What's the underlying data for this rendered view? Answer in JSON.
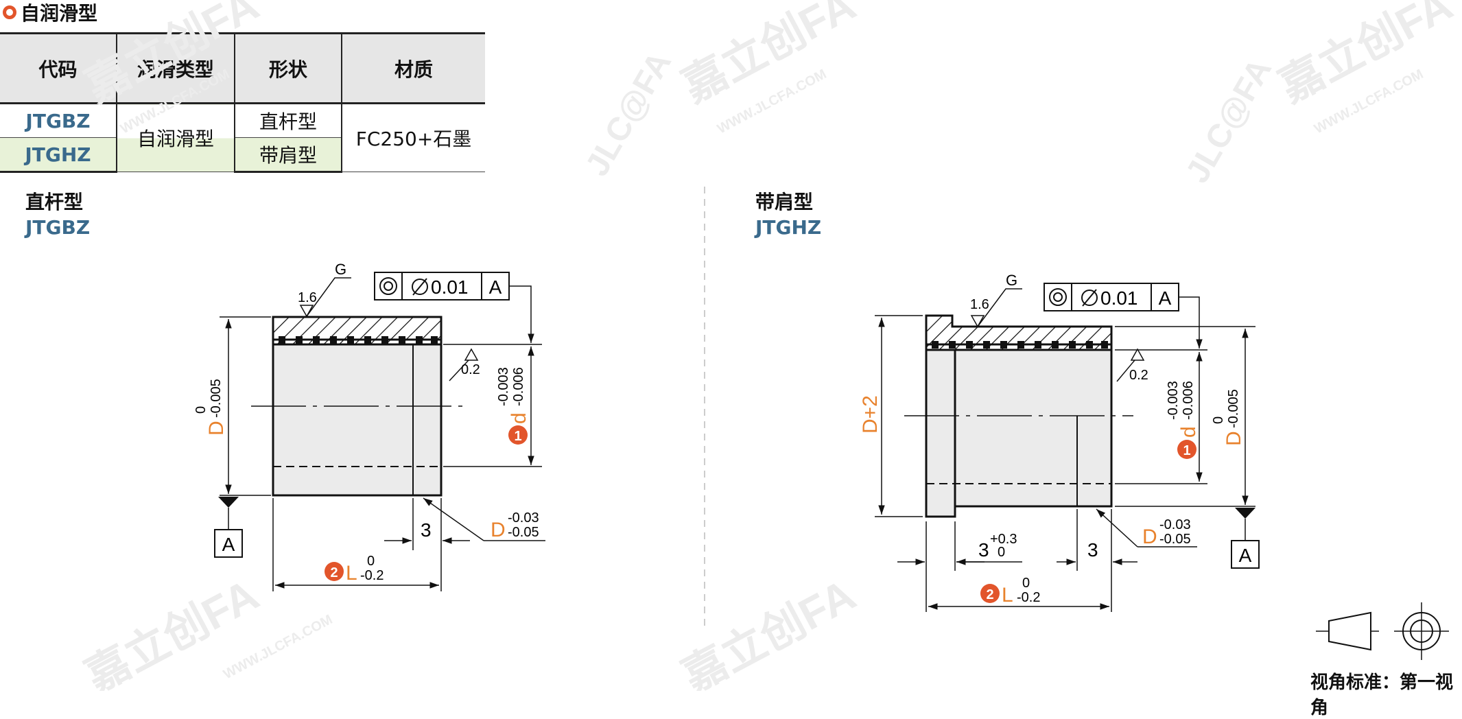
{
  "header": {
    "title": "自润滑型"
  },
  "table": {
    "headers": [
      "代码",
      "润滑类型",
      "形状",
      "材质"
    ],
    "rows": [
      {
        "code": "JTGBZ",
        "shape": "直杆型"
      },
      {
        "code": "JTGHZ",
        "shape": "带肩型"
      }
    ],
    "lubrication": "自润滑型",
    "material": "FC250+石墨"
  },
  "left_view": {
    "name": "直杆型",
    "code": "JTGBZ",
    "roughness": "1.6",
    "groove": "G",
    "tolerance_value": "0.01",
    "datum": "A",
    "edge": "0.2",
    "D": "D",
    "D_up": "0",
    "D_lo": "-0.005",
    "d": "d",
    "d_up": "-0.003",
    "d_lo": "-0.006",
    "D2": "D",
    "D2_up": "-0.03",
    "D2_lo": "-0.05",
    "three": "3",
    "L": "L",
    "L_up": "0",
    "L_lo": "-0.2",
    "badge1": "1",
    "badge2": "2"
  },
  "right_view": {
    "name": "带肩型",
    "code": "JTGHZ",
    "roughness": "1.6",
    "groove": "G",
    "tolerance_value": "0.01",
    "datum": "A",
    "edge": "0.2",
    "Dp2": "D+2",
    "d": "d",
    "d_up": "-0.003",
    "d_lo": "-0.006",
    "D": "D",
    "D_up": "0",
    "D_lo": "-0.005",
    "D2": "D",
    "D2_up": "-0.03",
    "D2_lo": "-0.05",
    "three_a": "3",
    "three_a_up": "+0.3",
    "three_a_lo": "0",
    "three_b": "3",
    "L": "L",
    "L_up": "0",
    "L_lo": "-0.2",
    "badge1": "1",
    "badge2": "2"
  },
  "watermark": {
    "brand": "嘉立创FA",
    "url": "WWW.JLCFA.COM",
    "logo": "JLC@FA"
  },
  "projection": {
    "label": "视角标准：第一视角"
  },
  "colors": {
    "accent": "#e2552b",
    "code_blue": "#3a6a8c",
    "dim_orange": "#e8822d",
    "highlight_green": "#e8f2d8",
    "header_gray": "#e6e6e6"
  }
}
